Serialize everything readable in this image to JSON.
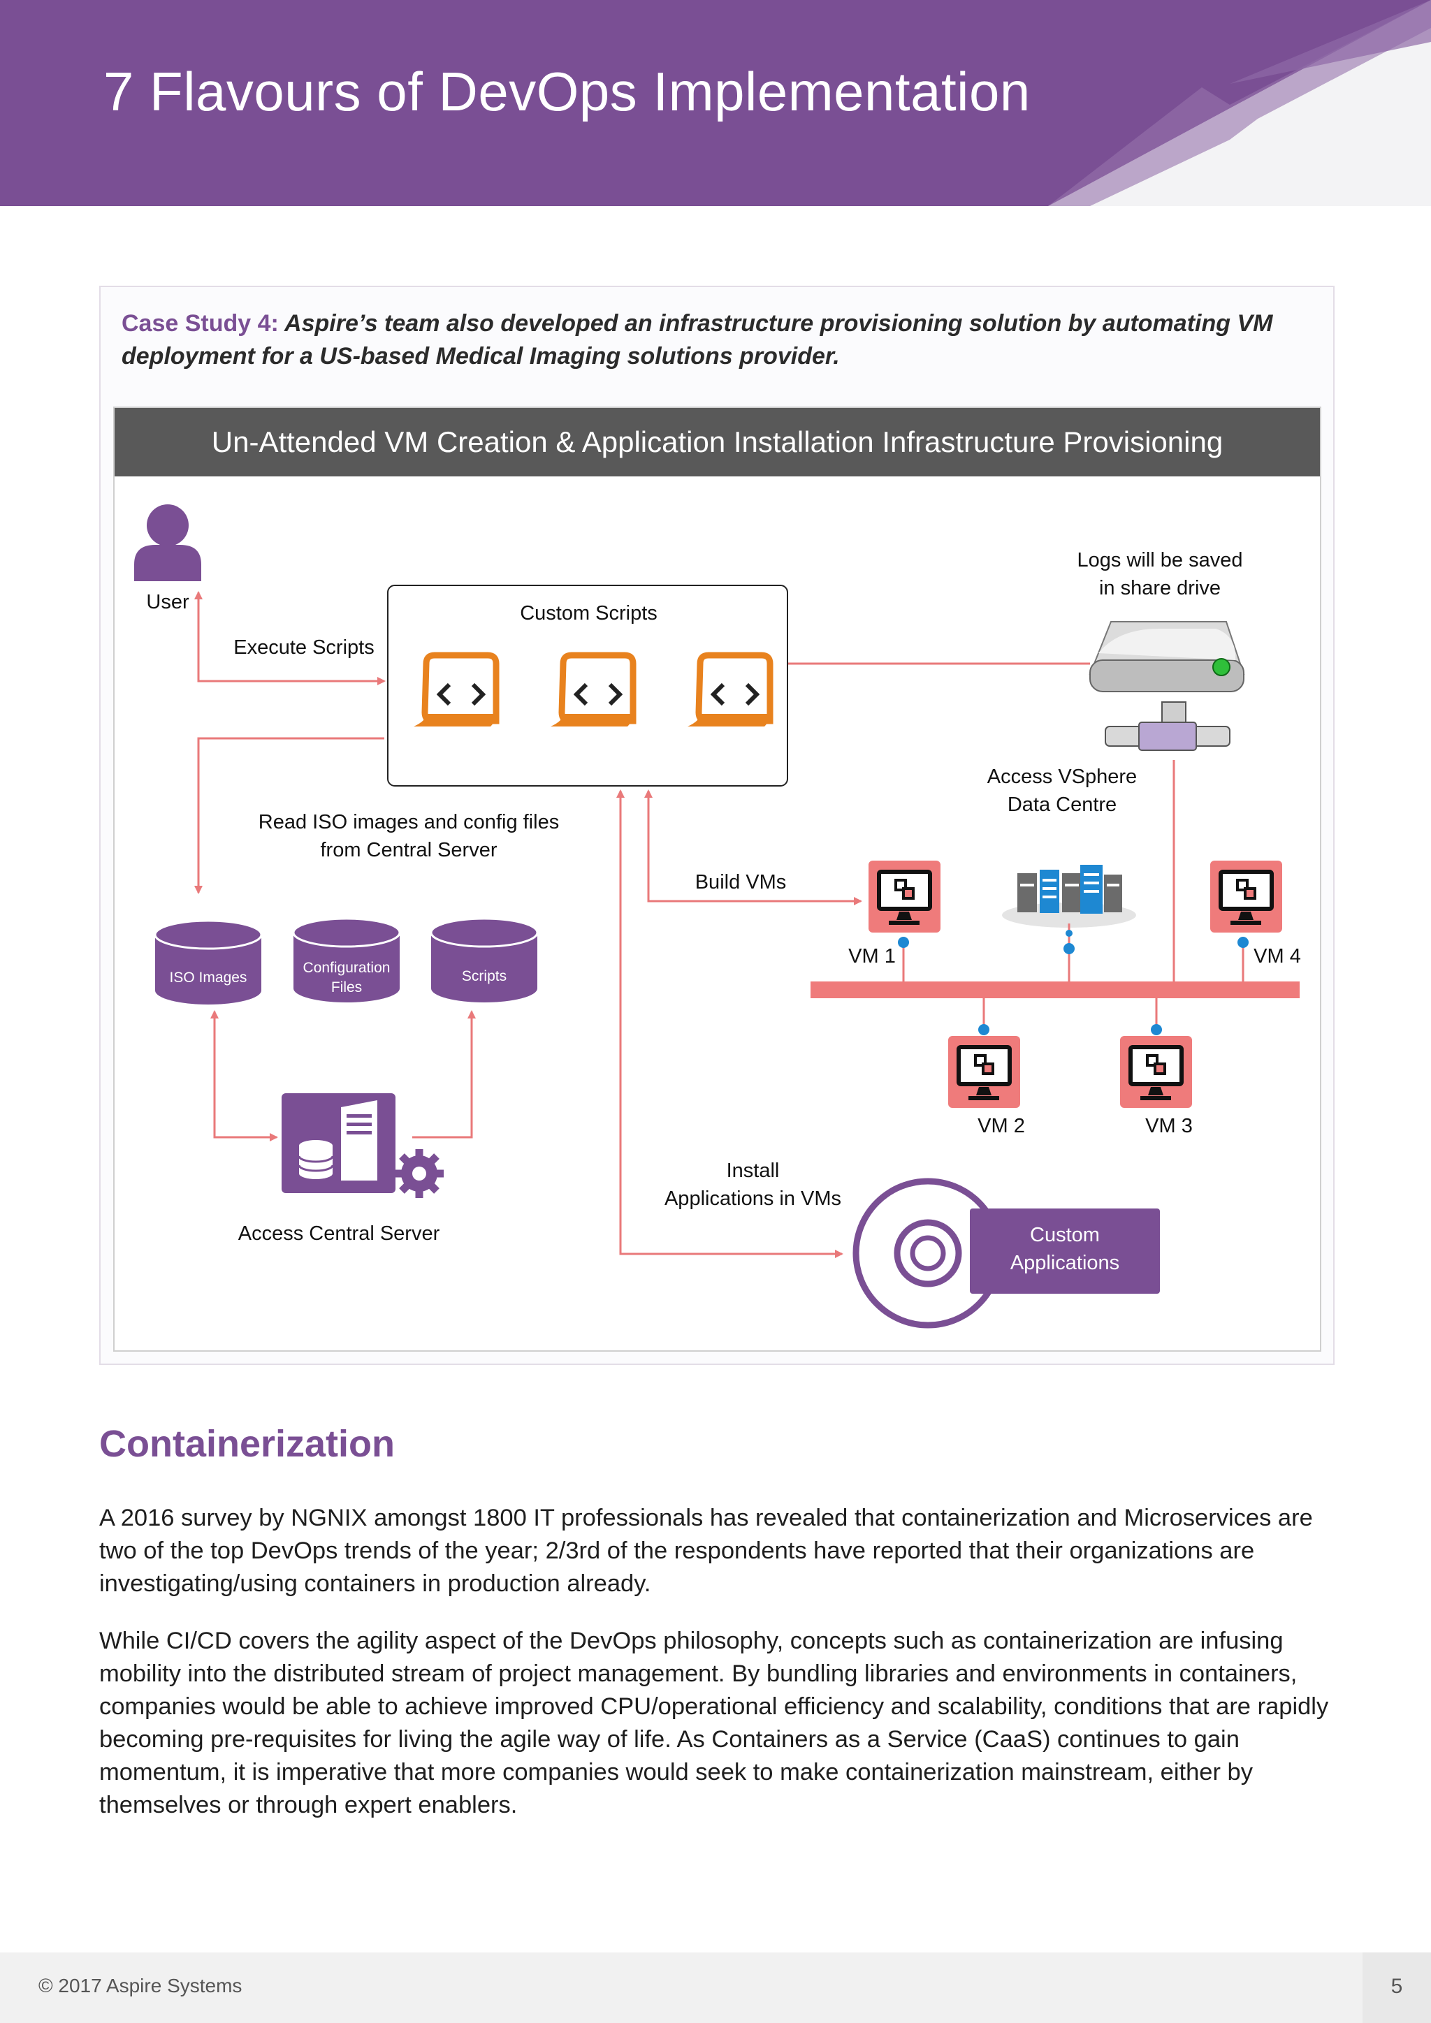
{
  "header": {
    "title": "7 Flavours of DevOps Implementation"
  },
  "case_study": {
    "label": "Case Study 4:",
    "text": " Aspire’s team also developed an infrastructure provisioning solution by automating VM deployment for a US-based Medical Imaging solutions provider."
  },
  "diagram": {
    "title": "Un-Attended VM Creation & Application Installation Infrastructure Provisioning",
    "user": "User",
    "execute_scripts": "Execute Scripts",
    "custom_scripts": "Custom Scripts",
    "read_iso_line1": "Read ISO images and config files",
    "read_iso_line2": "from Central Server",
    "db_iso": "ISO Images",
    "db_config_line1": "Configuration",
    "db_config_line2": "Files",
    "db_scripts": "Scripts",
    "central_server": "Access Central Server",
    "logs_line1": "Logs will be saved",
    "logs_line2": "in share drive",
    "vsphere_line1": "Access VSphere",
    "vsphere_line2": "Data Centre",
    "build_vms": "Build VMs",
    "vm1": "VM 1",
    "vm2": "VM 2",
    "vm3": "VM 3",
    "vm4": "VM 4",
    "install_line1": "Install",
    "install_line2": "Applications in VMs",
    "custom_apps_line1": "Custom",
    "custom_apps_line2": "Applications",
    "colors": {
      "purple": "#7a4f94",
      "orange": "#e8821e",
      "connector": "#e9797a",
      "vm_box": "#ef7b7b",
      "node_dot": "#1e88d2"
    }
  },
  "section": {
    "title": "Containerization",
    "para1": "A 2016 survey by NGNIX amongst 1800 IT professionals has revealed that containerization and Microservices are two of the top DevOps trends of the year; 2/3rd of the respondents have reported that their organizations are investigating/using containers in production already.",
    "para2": "While CI/CD covers the agility aspect of the DevOps philosophy, concepts such as containerization are infusing mobility into the distributed stream of project management. By bundling libraries and environments in containers, companies would be able to achieve improved CPU/operational efficiency and scalability, conditions that are rapidly becoming pre-requisites for living the agile way of life. As Containers as a Service (CaaS) continues to gain momentum, it is imperative that more companies would seek to make containerization mainstream, either by themselves or through expert enablers."
  },
  "footer": {
    "copyright": "© 2017 Aspire Systems",
    "page_number": "5"
  }
}
